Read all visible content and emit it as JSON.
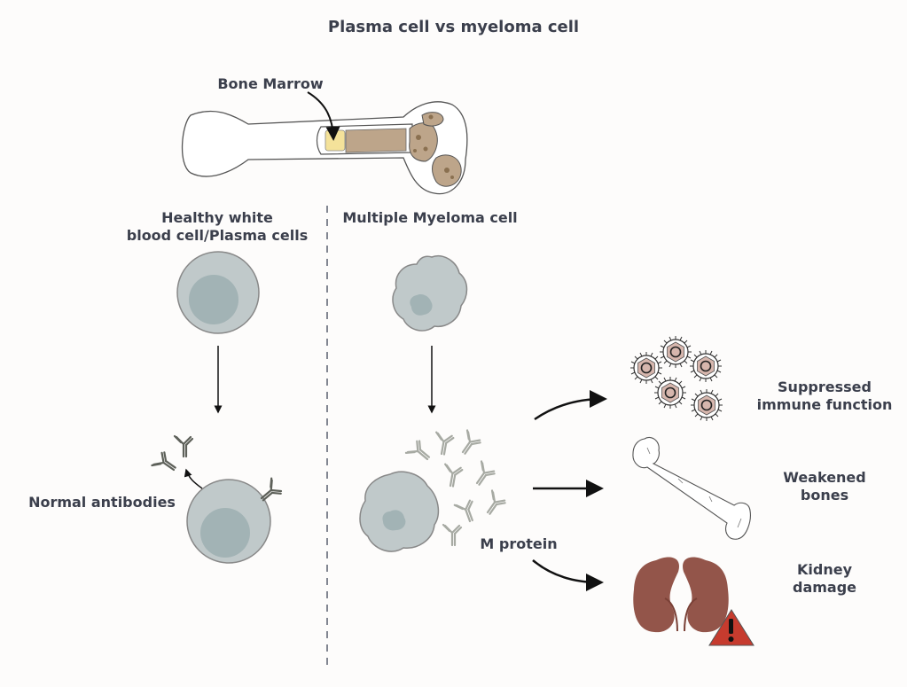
{
  "title": "Plasma cell vs myeloma cell",
  "bone_marrow_label": "Bone Marrow",
  "healthy": {
    "label_line1": "Healthy white",
    "label_line2": "blood cell/Plasma cells",
    "antibodies_label": "Normal antibodies"
  },
  "myeloma": {
    "label": "Multiple Myeloma cell",
    "protein_label": "M protein"
  },
  "effects": [
    {
      "line1": "Suppressed",
      "line2": "immune function"
    },
    {
      "line1": "Weakened",
      "line2": "bones"
    },
    {
      "line1": "Kidney",
      "line2": "damage"
    }
  ],
  "colors": {
    "text": "#3b3f4c",
    "cell_fill": "#c0c9ca",
    "nucleus_fill": "#a2b3b5",
    "marrow_yellow": "#f4e29a",
    "bone_spongy": "#bda58a",
    "kidney": "#93554a",
    "warning": "#c63b2e",
    "virus_fill": "#d6b6ad"
  }
}
